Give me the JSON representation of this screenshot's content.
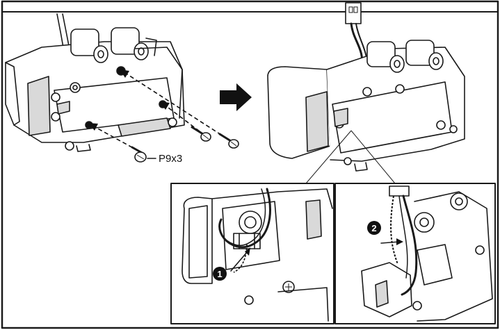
{
  "callouts": {
    "screw_label": "P9x3",
    "step_1": "1",
    "step_2": "2"
  },
  "colors": {
    "line": "#1a1a1a",
    "arrow": "#222222",
    "fill_light": "#d9d9d9",
    "badge": "#111111"
  },
  "icons": {
    "flow_arrow": "arrow-right-icon",
    "screw": "screw-icon",
    "connector": "connector-plug-icon"
  }
}
